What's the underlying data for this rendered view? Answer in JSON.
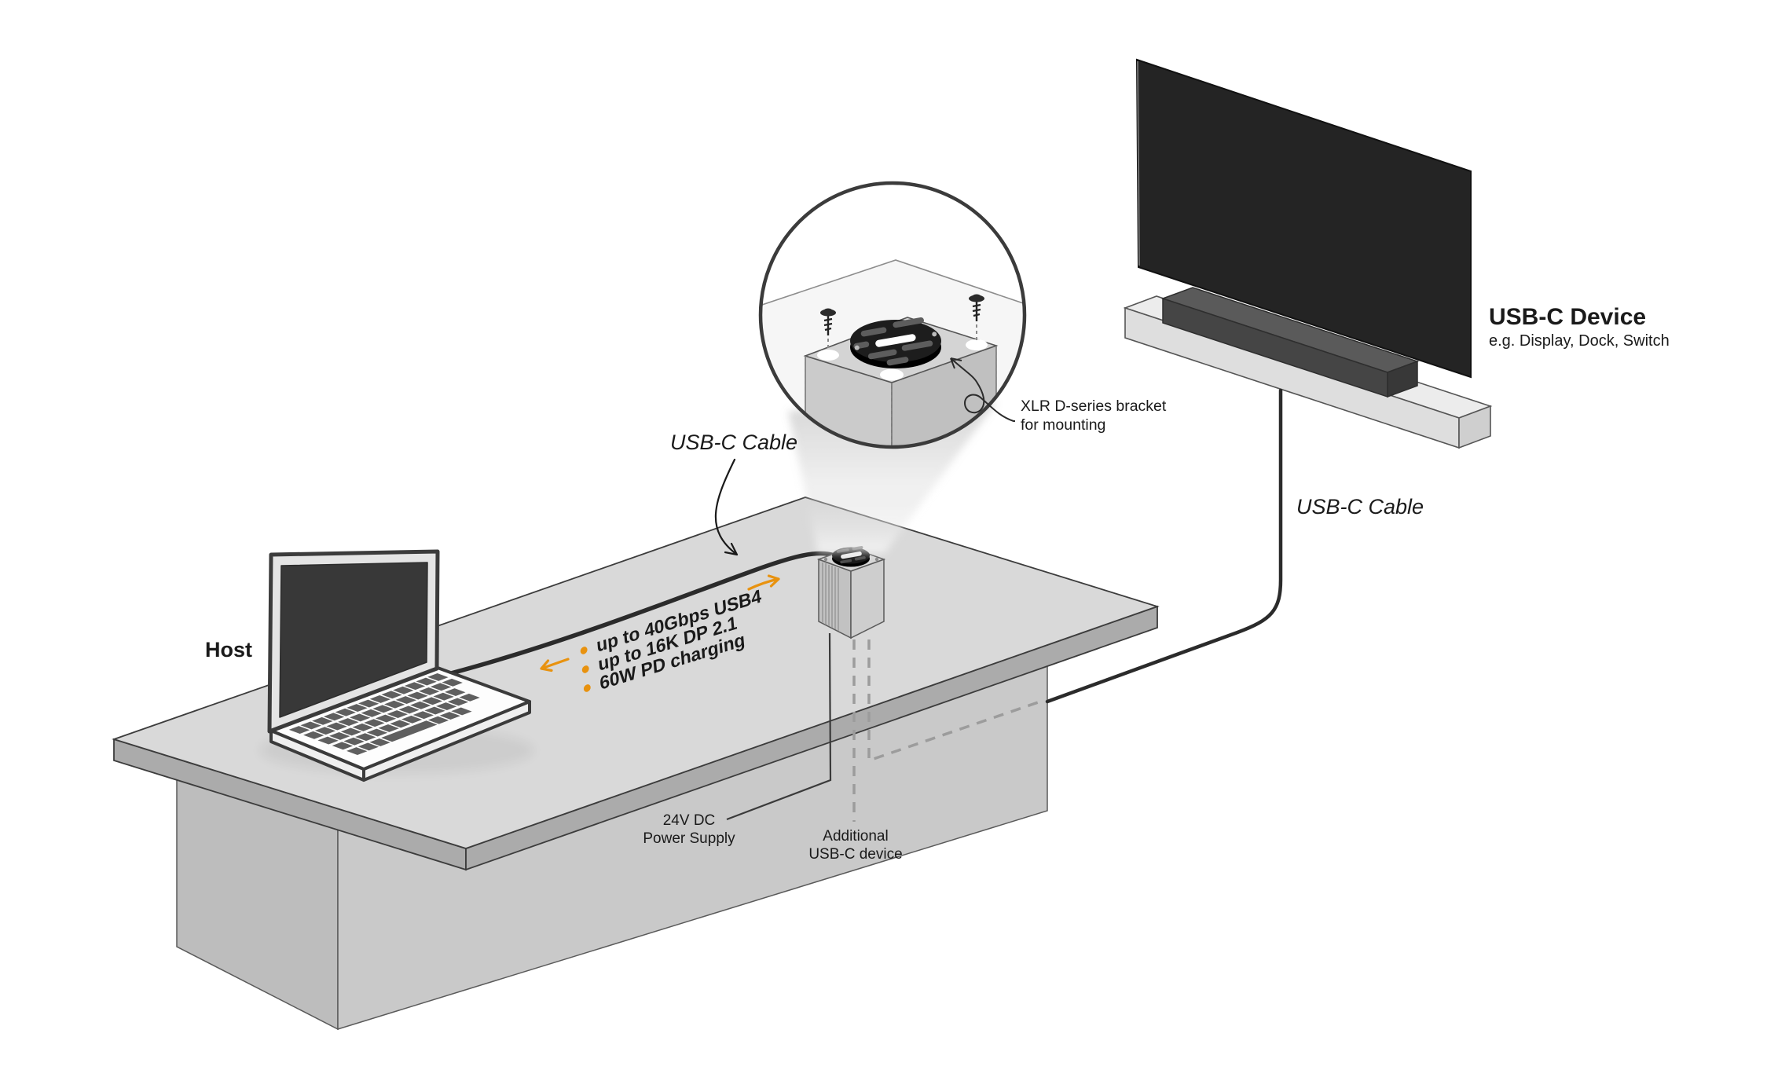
{
  "diagram": {
    "host": {
      "label": "Host"
    },
    "cable_left": {
      "label": "USB-C Cable"
    },
    "cable_right": {
      "label": "USB-C Cable"
    },
    "features": {
      "items": [
        "up to 40Gbps USB4",
        "up to 16K DP 2.1",
        "60W PD charging"
      ]
    },
    "callout": {
      "note_line1": "XLR D-series bracket",
      "note_line2": "for mounting"
    },
    "usbc_device": {
      "title": "USB-C Device",
      "subtitle": "e.g. Display, Dock, Switch"
    },
    "power": {
      "line1": "24V DC",
      "line2": "Power Supply"
    },
    "additional": {
      "line1": "Additional",
      "line2": "USB-C device"
    }
  },
  "colors": {
    "accent_orange": "#E8920F",
    "cable_dark": "#2B2B2B",
    "table_top": "#D9D9D9",
    "table_edge": "#ABABAB",
    "pedestal_left": "#BDBDBD",
    "pedestal_right": "#C9C9C9",
    "screen_dark": "#383838",
    "tv_black": "#222222",
    "text_dark": "#1A1A1A"
  }
}
